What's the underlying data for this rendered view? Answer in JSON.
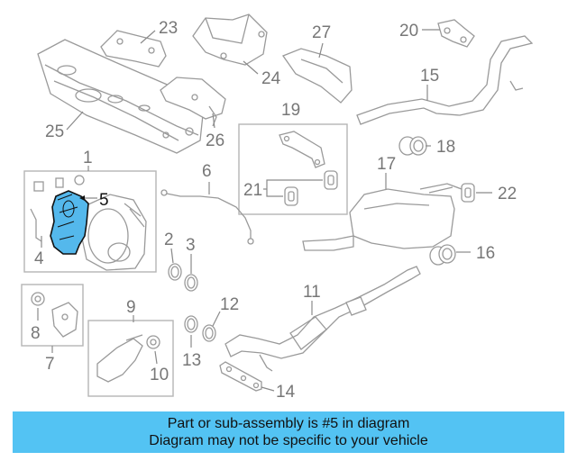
{
  "diagram": {
    "callouts": [
      "1",
      "2",
      "3",
      "4",
      "5",
      "6",
      "7",
      "8",
      "9",
      "10",
      "11",
      "12",
      "13",
      "14",
      "15",
      "16",
      "17",
      "18",
      "19",
      "20",
      "21",
      "22",
      "23",
      "24",
      "25",
      "26",
      "27"
    ],
    "highlight": {
      "number": "5",
      "color": "#54b8ec"
    }
  },
  "notice": {
    "line1": "Part or sub-assembly is #5 in diagram",
    "line2": "Diagram may not be specific to your vehicle",
    "background": "#53c3f3"
  }
}
